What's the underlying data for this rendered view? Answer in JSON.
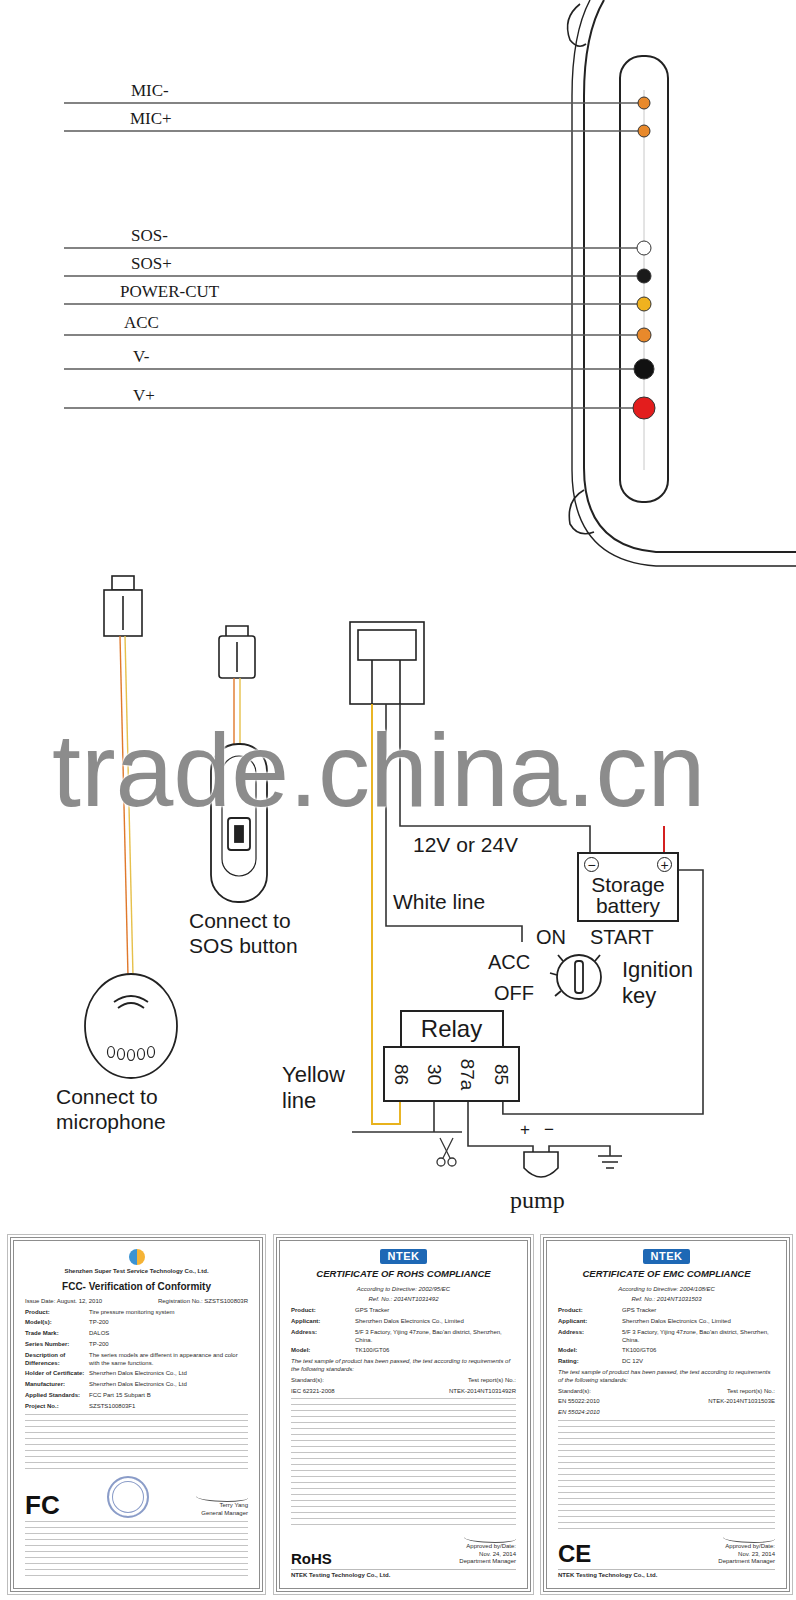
{
  "diagram": {
    "nodes": [
      {
        "text": [
          "−",
          "+",
          "Storage battery"
        ]
      },
      {
        "text": [
          "Relay",
          "86",
          "30",
          "87a",
          "85"
        ]
      },
      {
        "text": [
          "Shenzhen Super Test Service Technology Co., Ltd.",
          "FCC- Verification of Conformity",
          "Issue Date: August. 12, 2010",
          "Registration No.: SZSTS100803R",
          "Product:",
          "Tire pressure monitoring system",
          "Model(s):",
          "TP-200",
          "Trade Mark:",
          "DALOS",
          "Series Number:",
          "TP-200",
          "Description of Differences:",
          "The series models are different in appearance and color with the same functions.",
          "Holder of Certificate:",
          "Shenzhen Dalos Electronics Co., Ltd",
          "Manufacturer:",
          "Shenzhen Dalos Electronics Co., Ltd",
          "Applied Standards:",
          "FCC Part 15 Subpart B",
          "Project No.:",
          "SZSTS100803F1",
          "FC",
          "Terry Yang",
          "General Manager"
        ]
      },
      {
        "text": [
          "NTEK",
          "CERTIFICATE OF ROHS COMPLIANCE",
          "According to Directive: 2002/95/EC",
          "Ref. No.: 2014NT1031492",
          "Product:",
          "GPS Tracker",
          "Applicant:",
          "Shenzhen Dalos Electronics Co., Limited",
          "Address:",
          "5/F 3 Factory, Yijing 47zone, Bao'an district, Shenzhen, China.",
          "Model:",
          "TK100/GT06",
          "The test sample of product has been passed, the test according to requirements of the following standards:",
          "Standard(s):",
          "Test report(s) No.:",
          "IEC 62321-2008",
          "NTEK-2014NT1031492R",
          "RoHS",
          "Approved by/Date:",
          "Nov. 24, 2014",
          "Department Manager",
          "NTEK Testing Technology Co., Ltd."
        ]
      },
      {
        "text": [
          "NTEK",
          "CERTIFICATE OF EMC COMPLIANCE",
          "According to Directive: 2004/108/EC",
          "Ref. No.: 2014NT1031503",
          "Product:",
          "GPS Tracker",
          "Applicant:",
          "Shenzhen Dalos Electronics Co., Limited",
          "Address:",
          "5/F 3 Factory, Yijing 47zone, Bao'an district, Shenzhen, China.",
          "Model:",
          "TK100/GT06",
          "Rating:",
          "DC 12V",
          "The test sample of product has been passed, the test according to requirements of the following standards:",
          "Standard(s):",
          "Test report(s) No.:",
          "EN 55022:2010",
          "NTEK-2014NT1031503E",
          "EN 55024:2010",
          "CE",
          "Approved by/Date:",
          "Nov. 23, 2014",
          "Department Manager",
          "NTEK Testing Technology Co., Ltd."
        ]
      }
    ],
    "edges": [
      {
        "from": 0,
        "to": 1,
        "arrow": "none"
      }
    ],
    "labels": [
      "MIC-",
      "MIC+",
      "SOS-",
      "SOS+",
      "POWER-CUT",
      "ACC",
      "V-",
      "V+",
      "trade.china.cn",
      "Connect to SOS button",
      "12V or 24V",
      "White line",
      "ON",
      "START",
      "ACC",
      "OFF",
      "Ignition key",
      "Yellow line",
      "Connect to microphone",
      "+",
      "−",
      "pump"
    ]
  }
}
